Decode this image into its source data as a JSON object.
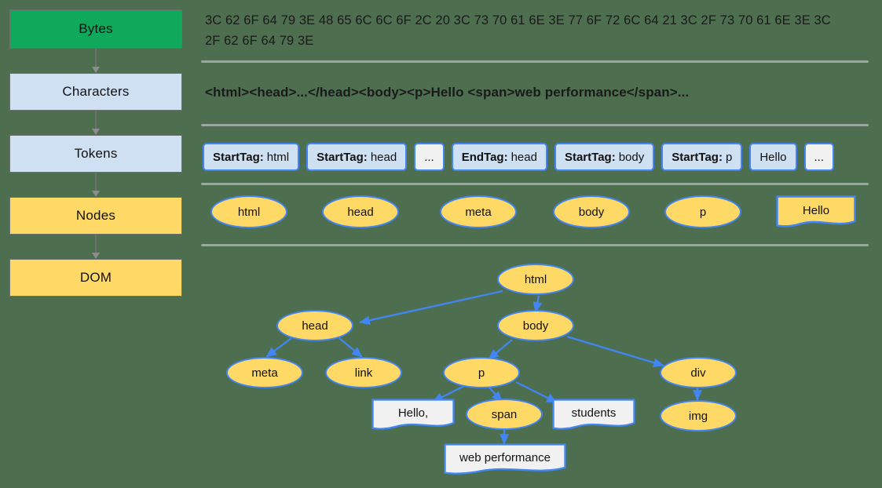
{
  "background_color": "#4d6f4f",
  "colors": {
    "green": "#10a95c",
    "light_blue": "#cfe0f3",
    "yellow": "#ffd966",
    "node_border_blue": "#4285f4",
    "arrow_gray": "#8d8d8d",
    "separator_gray": "#9aa6a1",
    "text_node_gray": "#f1f1f1"
  },
  "pipeline": {
    "steps": [
      {
        "label": "Bytes",
        "fill": "green"
      },
      {
        "label": "Characters",
        "fill": "blue"
      },
      {
        "label": "Tokens",
        "fill": "blue"
      },
      {
        "label": "Nodes",
        "fill": "yellow"
      },
      {
        "label": "DOM",
        "fill": "yellow"
      }
    ]
  },
  "bytes_row": {
    "text": "3C 62 6F 64 79 3E 48 65 6C 6C 6F 2C 20 3C 73 70 61 6E 3E 77 6F 72 6C 64 21 3C 2F 73 70 61 6E 3E 3C 2F 62 6F 64 79 3E"
  },
  "characters_row": {
    "text": "<html><head>...</head><body><p>Hello <span>web performance</span>..."
  },
  "tokens_row": {
    "tokens": [
      {
        "key": "StartTag:",
        "value": "html",
        "style": "blue"
      },
      {
        "key": "StartTag:",
        "value": "head",
        "style": "blue"
      },
      {
        "key": "",
        "value": "...",
        "style": "plain"
      },
      {
        "key": "EndTag:",
        "value": "head",
        "style": "blue"
      },
      {
        "key": "StartTag:",
        "value": "body",
        "style": "blue"
      },
      {
        "key": "StartTag:",
        "value": "p",
        "style": "blue"
      },
      {
        "key": "",
        "value": "Hello",
        "style": "blue"
      },
      {
        "key": "",
        "value": "...",
        "style": "plain"
      }
    ]
  },
  "nodes_row": {
    "nodes": [
      {
        "label": "html",
        "shape": "ellipse"
      },
      {
        "label": "head",
        "shape": "ellipse"
      },
      {
        "label": "meta",
        "shape": "ellipse"
      },
      {
        "label": "body",
        "shape": "ellipse"
      },
      {
        "label": "p",
        "shape": "ellipse"
      },
      {
        "label": "Hello",
        "shape": "document"
      }
    ]
  },
  "dom_tree": {
    "nodes": [
      {
        "id": "html",
        "label": "html",
        "shape": "ellipse"
      },
      {
        "id": "head",
        "label": "head",
        "shape": "ellipse"
      },
      {
        "id": "body",
        "label": "body",
        "shape": "ellipse"
      },
      {
        "id": "meta",
        "label": "meta",
        "shape": "ellipse"
      },
      {
        "id": "link",
        "label": "link",
        "shape": "ellipse"
      },
      {
        "id": "p",
        "label": "p",
        "shape": "ellipse"
      },
      {
        "id": "div",
        "label": "div",
        "shape": "ellipse"
      },
      {
        "id": "hello",
        "label": "Hello,",
        "shape": "document"
      },
      {
        "id": "span",
        "label": "span",
        "shape": "ellipse"
      },
      {
        "id": "students",
        "label": "students",
        "shape": "document"
      },
      {
        "id": "img",
        "label": "img",
        "shape": "ellipse"
      },
      {
        "id": "webperf",
        "label": "web performance",
        "shape": "document"
      }
    ],
    "edges": [
      {
        "from": "html",
        "to": "head"
      },
      {
        "from": "html",
        "to": "body"
      },
      {
        "from": "head",
        "to": "meta"
      },
      {
        "from": "head",
        "to": "link"
      },
      {
        "from": "body",
        "to": "p"
      },
      {
        "from": "body",
        "to": "div"
      },
      {
        "from": "p",
        "to": "hello"
      },
      {
        "from": "p",
        "to": "span"
      },
      {
        "from": "p",
        "to": "students"
      },
      {
        "from": "span",
        "to": "webperf"
      },
      {
        "from": "div",
        "to": "img"
      }
    ]
  }
}
